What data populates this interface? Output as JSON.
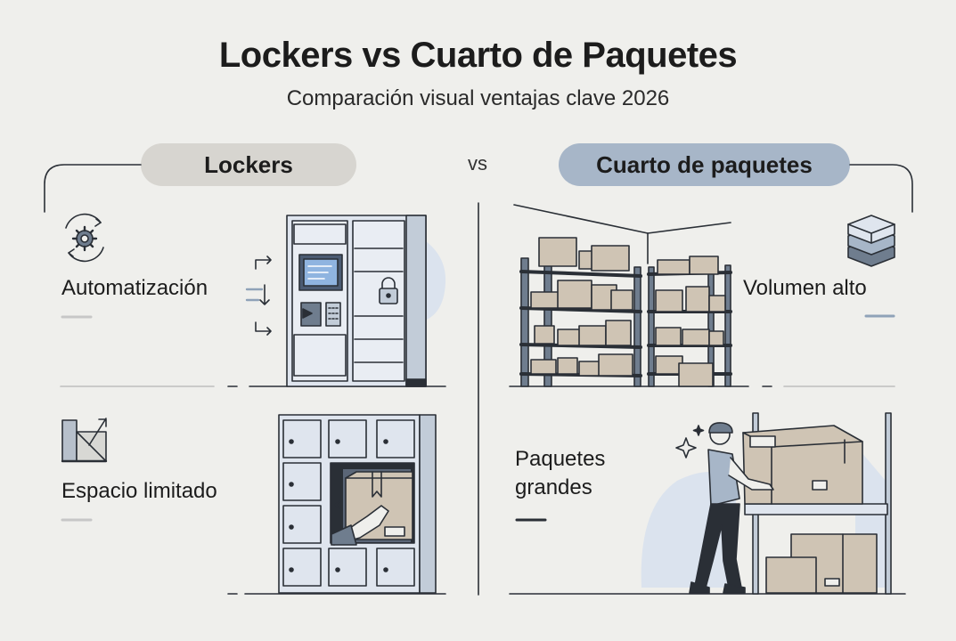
{
  "header": {
    "title": "Lockers vs Cuarto de Paquetes",
    "subtitle": "Comparación visual ventajas clave 2026"
  },
  "columns": {
    "left": {
      "pill_label": "Lockers"
    },
    "separator": "vs",
    "right": {
      "pill_label": "Cuarto de paquetes"
    }
  },
  "features": {
    "automation": "Automatización",
    "limited_space": "Espacio limitado",
    "high_volume": "Volumen alto",
    "large_packages_line1": "Paquetes",
    "large_packages_line2": "grandes"
  },
  "icons": {
    "automation": "gear-cycle-icon",
    "limited_space": "expand-corner-icon",
    "high_volume": "stacked-layers-icon",
    "lock": "padlock-icon",
    "sparkle": "sparkle-icon"
  },
  "colors": {
    "background": "#efefec",
    "accent_blue": "#a7b6c8",
    "neutral_pill": "#d7d5d0",
    "locker_fill": "#dfe5ee",
    "box_fill": "#cfc4b4",
    "ink": "#2a2f36"
  }
}
